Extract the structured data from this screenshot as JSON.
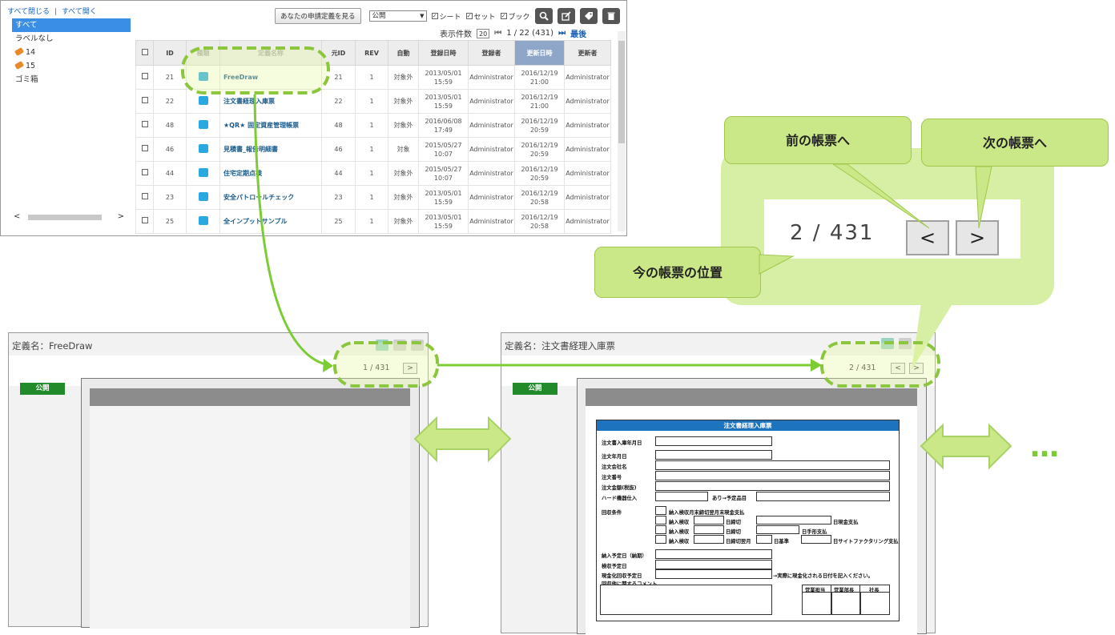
{
  "tree": {
    "collapse_all": "すべて閉じる",
    "separator": "|",
    "expand_all": "すべて開く",
    "items": [
      {
        "label": "すべて"
      },
      {
        "label": "ラベルなし"
      },
      {
        "label": "14"
      },
      {
        "label": "15"
      },
      {
        "label": "ゴミ箱"
      }
    ]
  },
  "toolbar": {
    "apply_button": "あなたの申請定義を見る",
    "filter_select": "公開",
    "checks": [
      "シート",
      "セット",
      "ブック"
    ],
    "icons": [
      "search-icon",
      "edit-icon",
      "tag-icon",
      "trash-icon"
    ]
  },
  "pager": {
    "per_page_label": "表示件数",
    "per_page_value": "20",
    "first": "⏮",
    "position": "1 / 22 (431)",
    "last": "最後",
    "last_arrow": "⏭"
  },
  "grid": {
    "columns": [
      "",
      "ID",
      "種類",
      "定義名称",
      "元ID",
      "REV",
      "自動",
      "登録日時",
      "登録者",
      "更新日時",
      "更新者"
    ],
    "rows": [
      {
        "id": "21",
        "name": "FreeDraw",
        "orig_id": "21",
        "rev": "1",
        "auto": "対象外",
        "reg_date": "2013/05/01",
        "reg_time": "15:59",
        "reg_user": "Administrator",
        "upd_date": "2016/12/19",
        "upd_time": "21:00",
        "upd_user": "Administrator"
      },
      {
        "id": "22",
        "name": "注文書経理入庫票",
        "orig_id": "22",
        "rev": "1",
        "auto": "対象外",
        "reg_date": "2013/05/01",
        "reg_time": "15:59",
        "reg_user": "Administrator",
        "upd_date": "2016/12/19",
        "upd_time": "21:00",
        "upd_user": "Administrator"
      },
      {
        "id": "48",
        "name": "★QR★ 固定資産管理帳票",
        "orig_id": "48",
        "rev": "1",
        "auto": "対象外",
        "reg_date": "2016/06/08",
        "reg_time": "17:49",
        "reg_user": "Administrator",
        "upd_date": "2016/12/19",
        "upd_time": "20:59",
        "upd_user": "Administrator"
      },
      {
        "id": "46",
        "name": "見積書_報告明細書",
        "orig_id": "46",
        "rev": "1",
        "auto": "対象",
        "reg_date": "2015/05/27",
        "reg_time": "10:07",
        "reg_user": "Administrator",
        "upd_date": "2016/12/19",
        "upd_time": "20:59",
        "upd_user": "Administrator"
      },
      {
        "id": "44",
        "name": "住宅定期点検",
        "orig_id": "44",
        "rev": "1",
        "auto": "対象外",
        "reg_date": "2015/05/27",
        "reg_time": "10:07",
        "reg_user": "Administrator",
        "upd_date": "2016/12/19",
        "upd_time": "20:59",
        "upd_user": "Administrator"
      },
      {
        "id": "23",
        "name": "安全パトロールチェック",
        "orig_id": "23",
        "rev": "1",
        "auto": "対象外",
        "reg_date": "2013/05/01",
        "reg_time": "15:59",
        "reg_user": "Administrator",
        "upd_date": "2016/12/19",
        "upd_time": "20:58",
        "upd_user": "Administrator"
      },
      {
        "id": "25",
        "name": "全インプットサンプル",
        "orig_id": "25",
        "rev": "1",
        "auto": "対象外",
        "reg_date": "2013/05/01",
        "reg_time": "15:59",
        "reg_user": "Administrator",
        "upd_date": "2016/12/19",
        "upd_time": "20:58",
        "upd_user": "Administrator"
      }
    ]
  },
  "callouts": {
    "prev": "前の帳票へ",
    "next": "次の帳票へ",
    "current": "今の帳票の位置",
    "big_position": "2  /  431",
    "prev_btn": "<",
    "next_btn": ">"
  },
  "detail_left": {
    "title": "定義名：FreeDraw",
    "position": "1  /  431",
    "next_btn": ">",
    "badge": "公開"
  },
  "detail_right": {
    "title": "定義名：注文書経理入庫票",
    "position": "2  /  431",
    "prev_btn": "<",
    "next_btn": ">",
    "badge": "公開"
  },
  "form": {
    "title": "注文書経理入庫票",
    "labels": {
      "order_entry_date": "注文書入庫年月日",
      "order_date": "注文年月日",
      "company": "注文会社名",
      "order_no": "注文番号",
      "amount": "注文金額(税抜)",
      "hardware": "ハード機器仕入",
      "hardware_note": "あり→予定品目",
      "collection": "回収条件",
      "c1": "納入検収月末締切翌月末現金支払",
      "c2": "納入検収",
      "c2b": "日締切",
      "c2c": "日現金支払",
      "c3": "納入検収",
      "c3b": "日締切",
      "c3c": "日手形支払",
      "c4": "納入検収",
      "c4b": "日締切翌月",
      "c4c": "日基準",
      "c4d": "日サイトファクタリング支払",
      "delivery": "納入予定日（納期）",
      "inspection": "検収予定日",
      "cash": "現金化回収予定日",
      "cash_note": "→実際に現金化される日付を記入ください。",
      "comment": "回収他に関するコメント",
      "sales_rep": "営業担当",
      "sales_mgr": "営業部長",
      "president": "社長"
    }
  },
  "more_marker": "…"
}
